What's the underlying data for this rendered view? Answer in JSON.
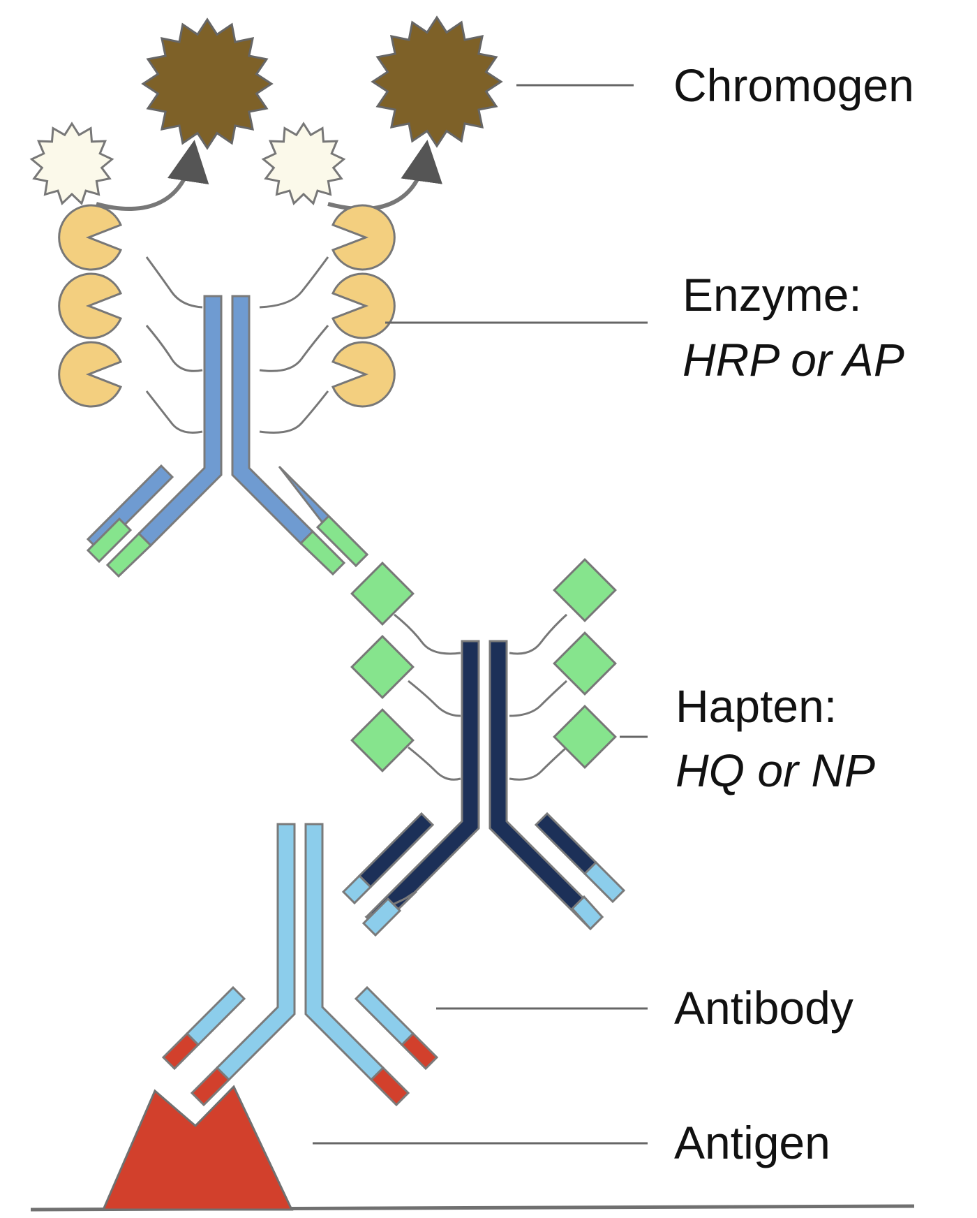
{
  "labels": {
    "chromogen": "Chromogen",
    "enzyme": "Enzyme:",
    "enzyme_types": "HRP or AP",
    "hapten": "Hapten:",
    "hapten_types": "HQ or NP",
    "antibody": "Antibody",
    "antigen": "Antigen"
  },
  "colors": {
    "chromogen": "#7e6128",
    "substrate": "#fbf9ea",
    "enzyme": "#f3cf7f",
    "hapten": "#86e48d",
    "enzyme_antibody": "#6f9bd1",
    "hapten_antibody": "#1c3058",
    "primary_antibody": "#8ccdeb",
    "antigen": "#d2402c",
    "outline": "#707070"
  }
}
